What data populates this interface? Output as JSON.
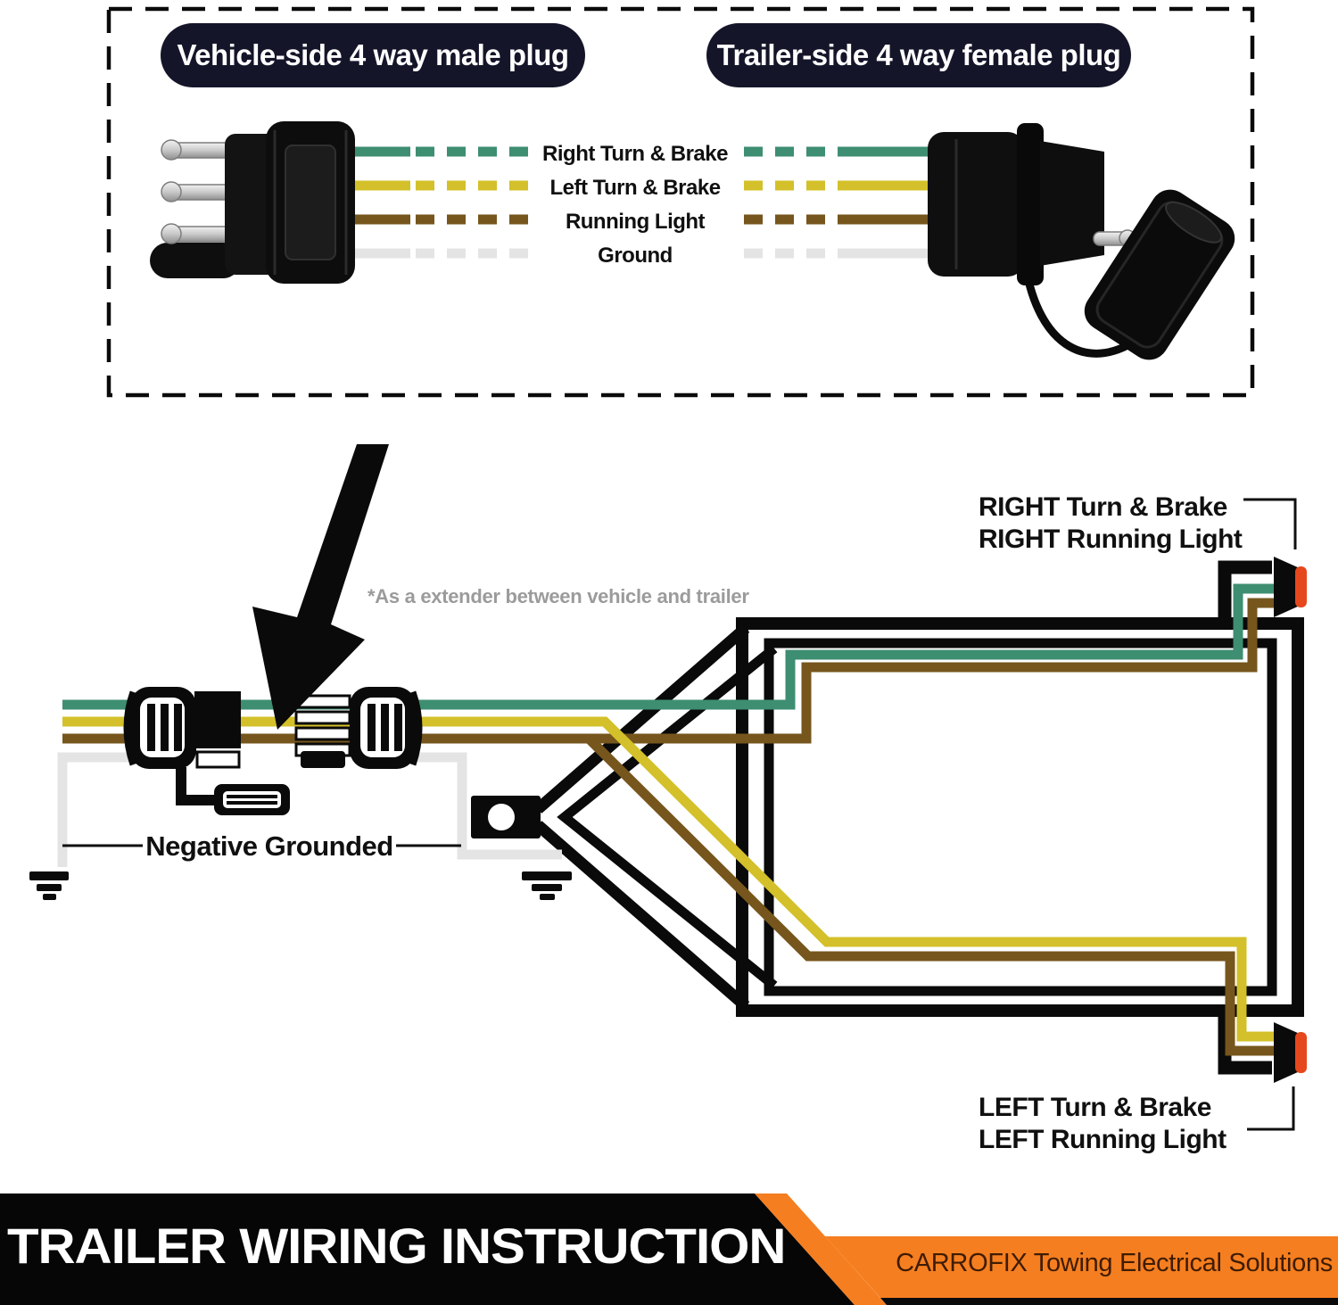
{
  "header": {
    "vehicle_plug_label": "Vehicle-side 4 way male plug",
    "trailer_plug_label": "Trailer-side 4 way female plug",
    "wire_rows": [
      {
        "label": "Right Turn & Brake",
        "color_name": "green"
      },
      {
        "label": "Left Turn & Brake",
        "color_name": "yellow"
      },
      {
        "label": "Running Light",
        "color_name": "brown"
      },
      {
        "label": "Ground",
        "color_name": "white"
      }
    ]
  },
  "diagram": {
    "extender_note": "*As a extender between vehicle and trailer",
    "ground_label": "Negative Grounded",
    "right_light_label": {
      "line1": "RIGHT Turn & Brake",
      "line2": "RIGHT Running Light"
    },
    "left_light_label": {
      "line1": "LEFT Turn & Brake",
      "line2": "LEFT Running Light"
    }
  },
  "footer": {
    "title": "TRAILER WIRING INSTRUCTION",
    "brand": "CARROFIX Towing Electrical Solutions"
  },
  "colors": {
    "green_wire": "#3E8E71",
    "yellow_wire": "#D3C02A",
    "brown_wire": "#76561D",
    "white_wire": "#E4E4E4",
    "lens_red": "#E5481C",
    "banner_orange": "#F57E20",
    "brand_text": "#3F1C03",
    "note_gray": "#9B9B9B",
    "pill_bg": "#15152A"
  }
}
